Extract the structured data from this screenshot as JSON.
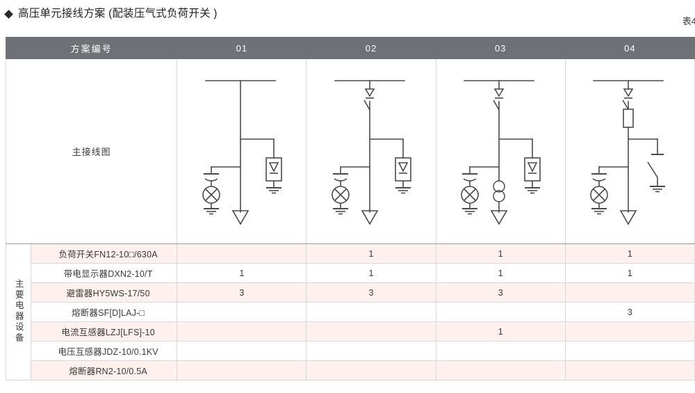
{
  "title": {
    "bullet": "diamond-bullet",
    "text": "高压单元接线方案 (配装压气式负荷开关 )",
    "table_number": "表4"
  },
  "table": {
    "header": {
      "row_label": "方案编号",
      "schemes": [
        "01",
        "02",
        "03",
        "04"
      ]
    },
    "diagram_row": {
      "label": "主接线图"
    },
    "equipment_group_label": "主要电器设备",
    "equipment_rows": [
      {
        "name": "负荷开关FN12-10□/630A",
        "values": [
          "",
          "1",
          "1",
          "1"
        ]
      },
      {
        "name": "带电显示器DXN2-10/T",
        "values": [
          "1",
          "1",
          "1",
          "1"
        ]
      },
      {
        "name": "避雷器HY5WS-17/50",
        "values": [
          "3",
          "3",
          "3",
          ""
        ]
      },
      {
        "name": "熔断器SF[D]LAJ-□",
        "values": [
          "",
          "",
          "",
          "3"
        ]
      },
      {
        "name": "电流互感器LZJ[LFS]-10",
        "values": [
          "",
          "",
          "1",
          ""
        ]
      },
      {
        "name": "电压互感器JDZ-10/0.1KV",
        "values": [
          "",
          "",
          "",
          ""
        ]
      },
      {
        "name": "熔断器RN2-10/0.5A",
        "values": [
          "",
          "",
          "",
          ""
        ]
      }
    ]
  },
  "diagrams": [
    {
      "scheme": "01",
      "components": [
        "busbar",
        "voltage-indicator",
        "surge-arrester",
        "cable-termination"
      ]
    },
    {
      "scheme": "02",
      "components": [
        "busbar",
        "load-switch",
        "voltage-indicator",
        "surge-arrester",
        "cable-termination"
      ]
    },
    {
      "scheme": "03",
      "components": [
        "busbar",
        "load-switch",
        "current-transformer",
        "voltage-indicator",
        "surge-arrester",
        "cable-termination"
      ]
    },
    {
      "scheme": "04",
      "components": [
        "busbar",
        "load-switch",
        "fuse",
        "voltage-indicator",
        "earthing-switch",
        "cable-termination"
      ]
    }
  ],
  "colors": {
    "header_gray": "#6e7175",
    "row_pink": "#fdf0ee",
    "row_white": "#ffffff",
    "line": "#4a4a4a",
    "border": "#d8d8d8"
  }
}
